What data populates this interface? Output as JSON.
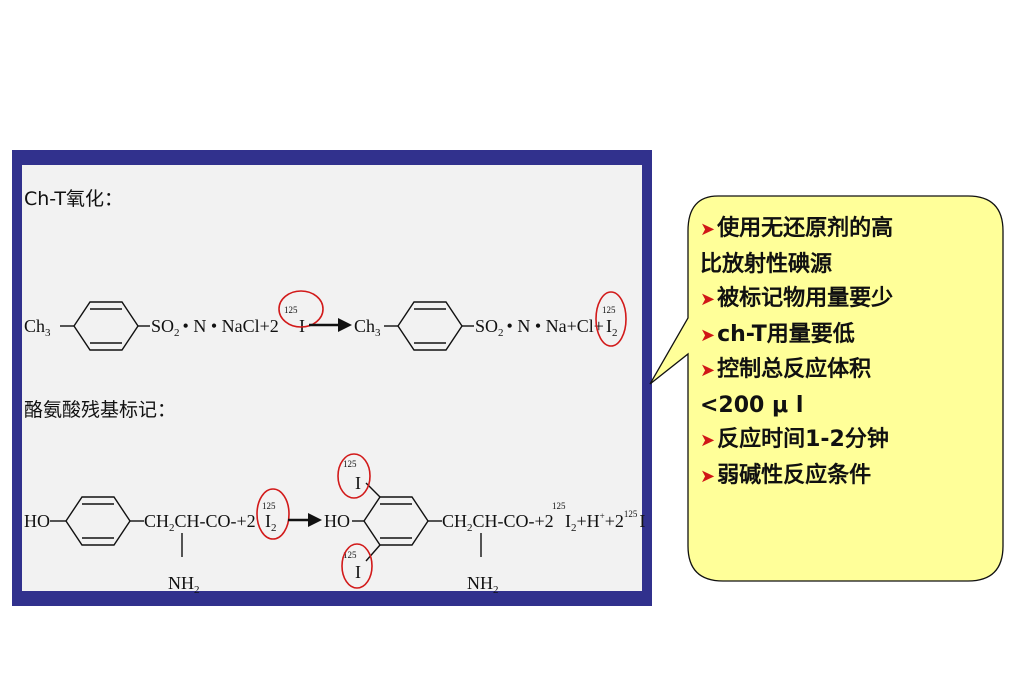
{
  "figure": {
    "section1_title": "Ch-T氧化：",
    "section2_title": "酪氨酸残基标记：",
    "eq1": {
      "ch3": "Ch",
      "ch3_sub": "3",
      "so2n": "SO",
      "so2_sub": "2",
      "reagent_rest": "• N • NaCl+2",
      "i125_sup": "125",
      "iodide": "I",
      "ch3b": "Ch",
      "ch3b_sub": "3",
      "so2b": "SO",
      "so2b_sub": "2",
      "product_rest": "• N • Na+Cl+",
      "i2_sup": "125",
      "i2": "I",
      "i2_sub": "2"
    },
    "eq2": {
      "ho": "HO",
      "ch2ch": "CH",
      "ch2_sub": "2",
      "chco": "CH-CO-+2",
      "i2_sup": "125",
      "i2": "I",
      "i2_sub": "2",
      "ho2": "HO",
      "ch2ch2": "CH",
      "ch2_sub2": "2",
      "chco2": "CH-CO-+2",
      "rest_sup": "125",
      "rest": "I",
      "rest_sub": "2",
      "rest2": "+H",
      "rest2_sup": "+",
      "rest3": "+2",
      "rest3_sup": "125",
      "rest3_i": "I",
      "nh2": "NH",
      "nh2_sub": "2",
      "nh2b": "NH",
      "nh2b_sub": "2",
      "ring_i_sup": "125",
      "ring_i": "I",
      "ring_i2_sup": "125",
      "ring_i2": "I"
    }
  },
  "callout": {
    "bullet_icon": "arrowhead-bullet",
    "bullet_color": "#d01717",
    "fill_color": "#ffff99",
    "items": [
      "使用无还原剂的高",
      "比放射性碘源",
      "被标记物用量要少",
      "ch-T用量要低",
      "控制总反应体积",
      "<200 μ l",
      "反应时间1-2分钟",
      "弱碱性反应条件"
    ]
  }
}
